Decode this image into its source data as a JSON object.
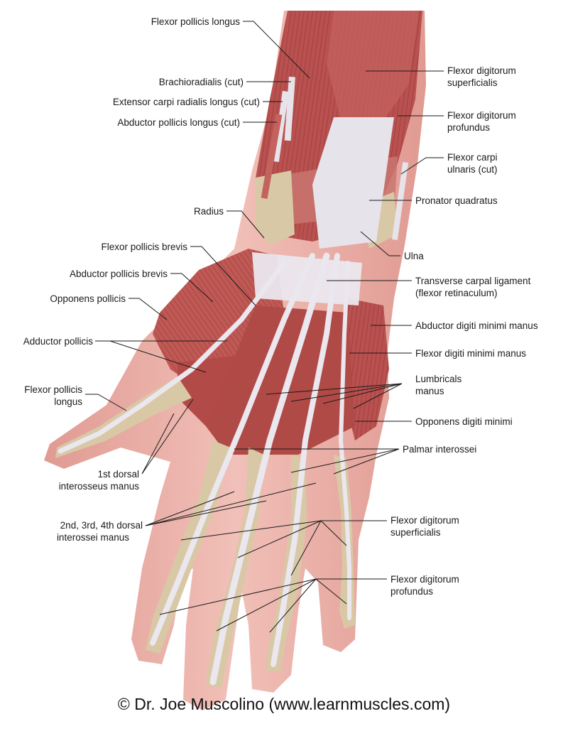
{
  "labels_left": {
    "flexor_pollicis_longus_top": "Flexor pollicis longus",
    "brachioradialis": "Brachioradialis (cut)",
    "ecrl": "Extensor carpi radialis longus (cut)",
    "apl": "Abductor pollicis longus (cut)",
    "radius": "Radius",
    "fpb": "Flexor pollicis brevis",
    "apb": "Abductor pollicis brevis",
    "opponens_pollicis": "Opponens pollicis",
    "adductor_pollicis": "Adductor pollicis",
    "fpl_lower_1": "Flexor pollicis",
    "fpl_lower_2": "longus",
    "dorsal1_1": "1st dorsal",
    "dorsal1_2": "interosseus manus",
    "dorsal234_1": "2nd, 3rd, 4th dorsal",
    "dorsal234_2": "interossei manus"
  },
  "labels_right": {
    "fds_top_1": "Flexor digitorum",
    "fds_top_2": "superficialis",
    "fdp_top_1": "Flexor digitorum",
    "fdp_top_2": "profundus",
    "fcu_1": "Flexor carpi",
    "fcu_2": "ulnaris (cut)",
    "pronator": "Pronator quadratus",
    "ulna": "Ulna",
    "tcl_1": "Transverse carpal ligament",
    "tcl_2": "(flexor retinaculum)",
    "adm": "Abductor digiti minimi manus",
    "fdm": "Flexor digiti minimi manus",
    "lumbricals_1": "Lumbricals",
    "lumbricals_2": "manus",
    "odm": "Opponens digiti minimi",
    "palmar": "Palmar interossei",
    "fds_low_1": "Flexor digitorum",
    "fds_low_2": "superficialis",
    "fdp_low_1": "Flexor digitorum",
    "fdp_low_2": "profundus"
  },
  "credit": "© Dr. Joe Muscolino (www.learnmuscles.com)",
  "colors": {
    "muscle": "#b8514f",
    "muscle_dark": "#8f3634",
    "muscle_light": "#d57e78",
    "tendon": "#e7e3ea",
    "bone": "#d9c8a6",
    "skin": "#e9a49c",
    "skin_light": "#f2c2bb"
  }
}
